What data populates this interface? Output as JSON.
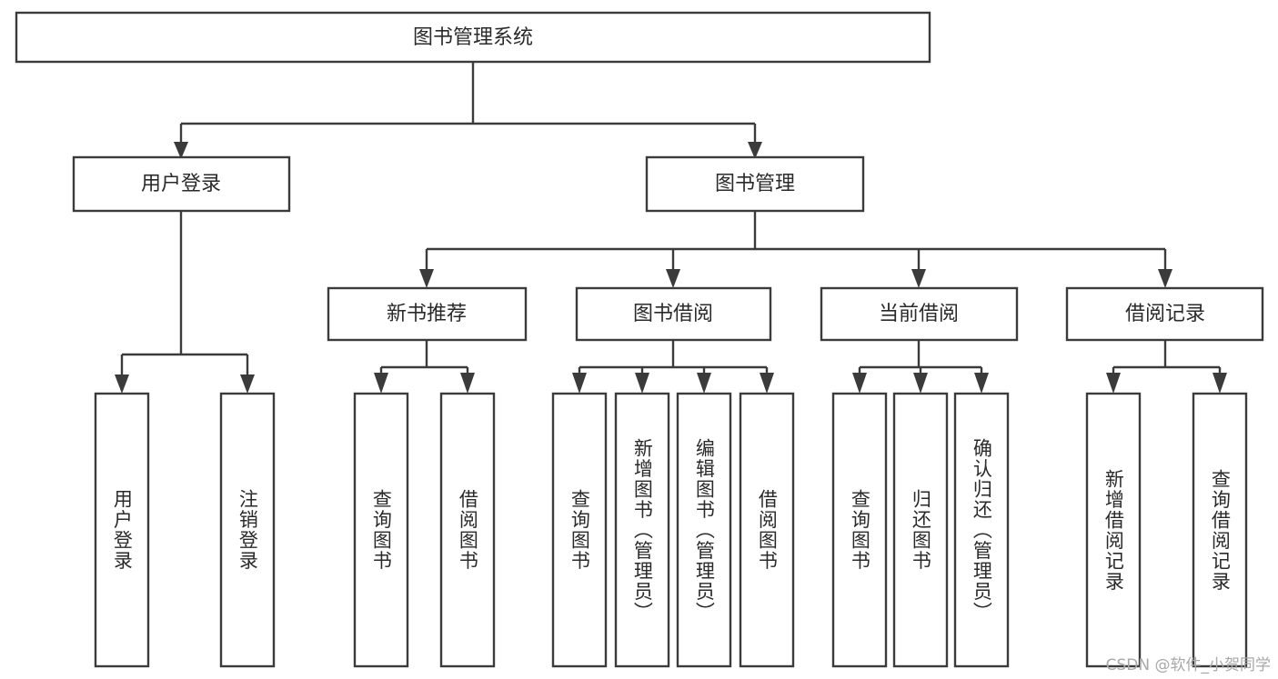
{
  "diagram": {
    "title": "图书管理系统",
    "type": "tree-hierarchy-chart",
    "root": {
      "label": "图书管理系统"
    },
    "level1": [
      {
        "label": "用户登录"
      },
      {
        "label": "图书管理"
      }
    ],
    "level2": [
      {
        "label": "新书推荐",
        "parent": "图书管理"
      },
      {
        "label": "图书借阅",
        "parent": "图书管理"
      },
      {
        "label": "当前借阅",
        "parent": "图书管理"
      },
      {
        "label": "借阅记录",
        "parent": "图书管理"
      }
    ],
    "leaves": {
      "user_login": [
        {
          "label": "用户登录"
        },
        {
          "label": "注销登录"
        }
      ],
      "new_book_recommend": [
        {
          "label": "查询图书"
        },
        {
          "label": "借阅图书"
        }
      ],
      "book_borrow": [
        {
          "label": "查询图书"
        },
        {
          "label": "新增图书（管理员）"
        },
        {
          "label": "编辑图书（管理员）"
        },
        {
          "label": "借阅图书"
        }
      ],
      "current_borrow": [
        {
          "label": "查询图书"
        },
        {
          "label": "归还图书"
        },
        {
          "label": "确认归还（管理员）"
        }
      ],
      "borrow_record": [
        {
          "label": "新增借阅记录"
        },
        {
          "label": "查询借阅记录"
        }
      ]
    },
    "watermark": "CSDN @软件_小贺同学",
    "colors": {
      "stroke": "#3b3b3b",
      "fill": "#ffffff",
      "text": "#2a2a2a",
      "watermark": "#a8a8a8"
    }
  }
}
